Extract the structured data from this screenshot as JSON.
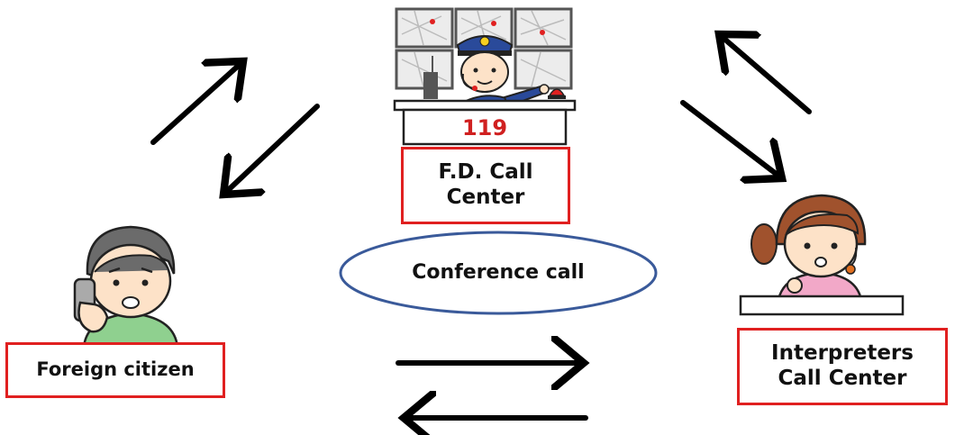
{
  "labels": {
    "fd_call_center": "F.D. Call\nCenter",
    "foreign_citizen": "Foreign citizen",
    "interpreters_call_center": "Interpreters\nCall Center",
    "conference_call": "Conference call",
    "desk_number": "119"
  },
  "colors": {
    "label_border": "#e02020",
    "ellipse_border": "#3a5a9a",
    "arrow": "#000000",
    "monitor_frame": "#555555",
    "desk_number": "#d02020",
    "uniform": "#2a4a9a",
    "citizen_shirt": "#8fd08f",
    "interpreter_shirt": "#f2a8c8",
    "interpreter_hair": "#a0522d"
  },
  "icons": [
    "dispatcher-illustration",
    "worried-citizen-illustration",
    "interpreter-illustration",
    "arrow-icon"
  ]
}
